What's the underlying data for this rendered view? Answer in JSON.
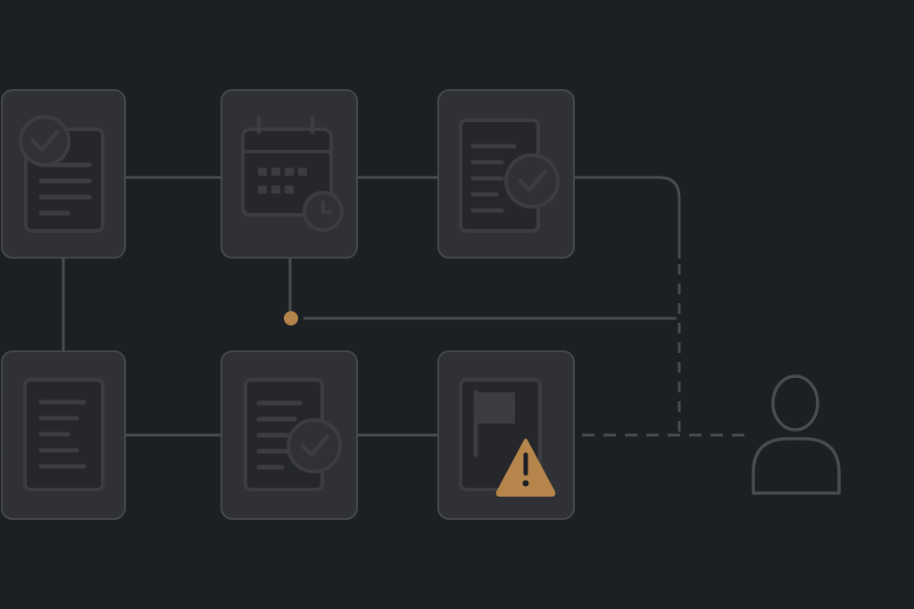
{
  "colors": {
    "background": "#1c1f23",
    "card_fill": "#2f3136",
    "card_border": "#45474c",
    "icon_fill": "#25272b",
    "icon_stroke": "#3b3d42",
    "connector": "#4a4c50",
    "accent_warning": "#b5854b"
  },
  "workflow": {
    "steps": [
      {
        "id": "approved-document",
        "icon": "document-check-icon"
      },
      {
        "id": "schedule",
        "icon": "calendar-clock-icon"
      },
      {
        "id": "verified-document",
        "icon": "document-check-icon"
      },
      {
        "id": "document",
        "icon": "document-lines-icon"
      },
      {
        "id": "reviewed-document",
        "icon": "document-check-icon"
      },
      {
        "id": "flagged-document",
        "icon": "flag-warning-icon"
      }
    ],
    "assignee": {
      "icon": "user-icon"
    },
    "junction": {
      "icon": "connector-node-dot"
    }
  }
}
